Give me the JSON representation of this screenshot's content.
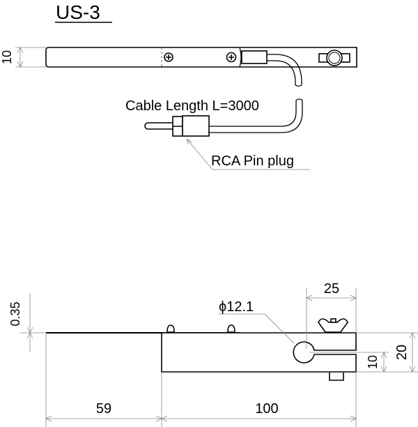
{
  "title": "US-3",
  "top_view": {
    "height_dim": "10",
    "cable_label": "Cable Length  L=3000",
    "plug_label": "RCA Pin plug"
  },
  "side_view": {
    "thickness_dim": "0.35",
    "diameter_dim": "ϕ12.1",
    "clamp_width_dim": "25",
    "height_dim": "20",
    "slot_dim": "10",
    "plate_length_dim": "59",
    "block_length_dim": "100"
  }
}
